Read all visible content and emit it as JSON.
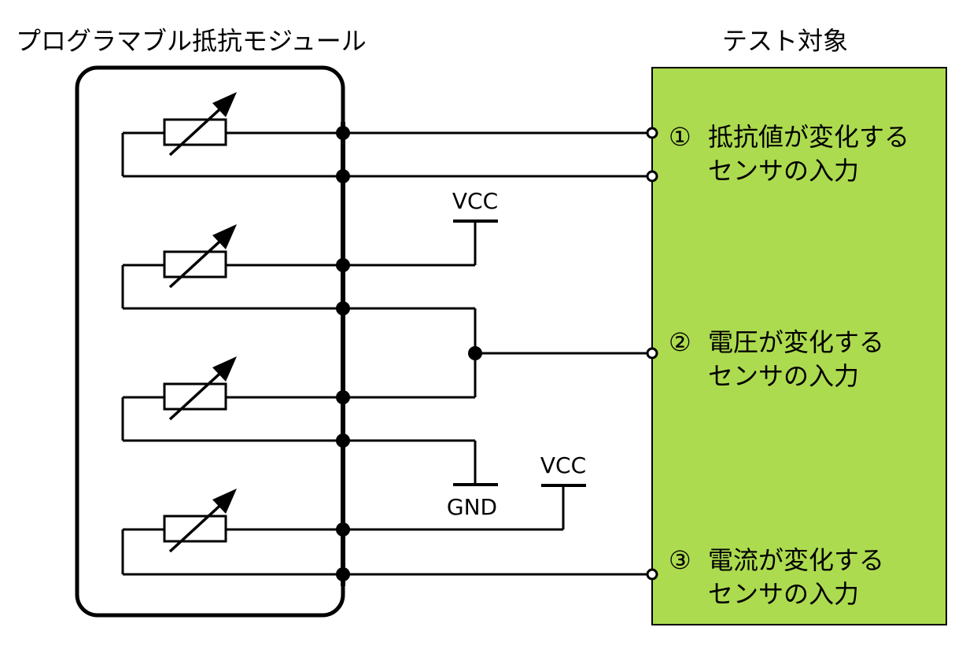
{
  "module": {
    "title": "プログラマブル抵抗モジュール"
  },
  "target": {
    "title": "テスト対象",
    "fill_color": "#addb4f",
    "inputs": [
      {
        "number": "①",
        "line1": "抵抗値が変化する",
        "line2": "センサの入力"
      },
      {
        "number": "②",
        "line1": "電圧が変化する",
        "line2": "センサの入力"
      },
      {
        "number": "③",
        "line1": "電流が変化する",
        "line2": "センサの入力"
      }
    ]
  },
  "rails": {
    "vcc_1": "VCC",
    "vcc_2": "VCC",
    "gnd": "GND"
  },
  "resistor_count": 4
}
